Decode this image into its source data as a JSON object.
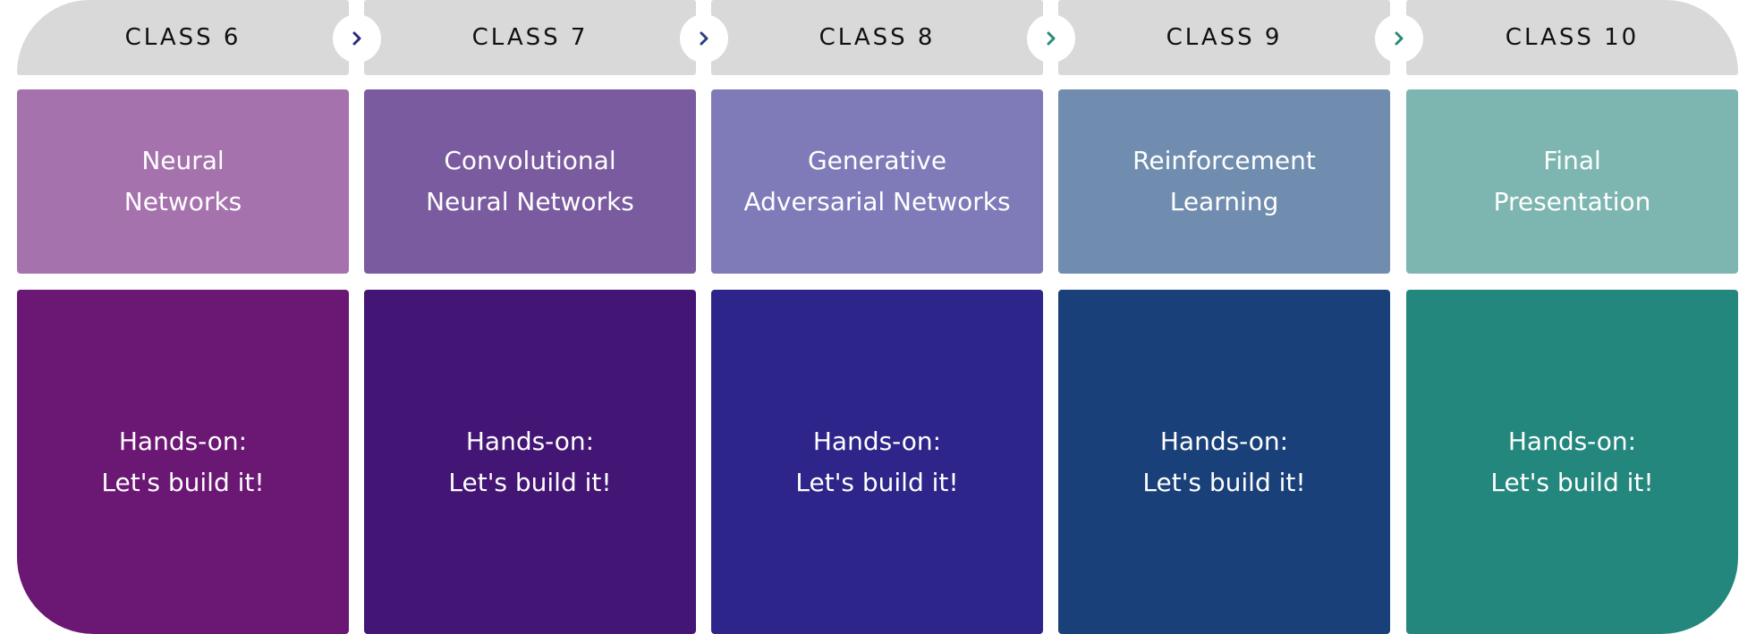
{
  "columns": [
    {
      "header": "CLASS 6",
      "topic": [
        "Neural",
        "Networks"
      ],
      "hands_on": [
        "Hands-on:",
        "Let's build it!"
      ],
      "colors": {
        "topic": "#a572ad",
        "hands_on": "#6b1774"
      }
    },
    {
      "header": "CLASS 7",
      "topic": [
        "Convolutional",
        "Neural Networks"
      ],
      "hands_on": [
        "Hands-on:",
        "Let's build it!"
      ],
      "colors": {
        "topic": "#7a5b9f",
        "hands_on": "#431675"
      }
    },
    {
      "header": "CLASS 8",
      "topic": [
        "Generative",
        "Adversarial Networks"
      ],
      "hands_on": [
        "Hands-on:",
        "Let's build it!"
      ],
      "colors": {
        "topic": "#7f7bb9",
        "hands_on": "#2d2589"
      }
    },
    {
      "header": "CLASS 9",
      "topic": [
        "Reinforcement",
        "Learning"
      ],
      "hands_on": [
        "Hands-on:",
        "Let's build it!"
      ],
      "colors": {
        "topic": "#708daf",
        "hands_on": "#1a4079"
      }
    },
    {
      "header": "CLASS 10",
      "topic": [
        "Final",
        "Presentation"
      ],
      "hands_on": [
        "Hands-on:",
        "Let's build it!"
      ],
      "colors": {
        "topic": "#7db6b0",
        "hands_on": "#24877d"
      }
    }
  ],
  "arrows": [
    {
      "icon": "chevron-right-icon",
      "color": "#2a2c7c"
    },
    {
      "icon": "chevron-right-icon",
      "color": "#2b3f7b"
    },
    {
      "icon": "chevron-right-icon",
      "color": "#2a8a7c"
    },
    {
      "icon": "chevron-right-icon",
      "color": "#2a8a7c"
    }
  ],
  "header_color": "#d9d9d9"
}
